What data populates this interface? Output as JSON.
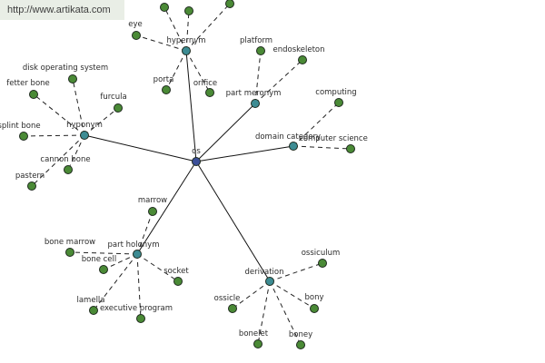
{
  "watermark": {
    "text": "http://www.artikata.com"
  },
  "colors": {
    "root_fill": "#3b4f99",
    "category_fill": "#3d8c93",
    "leaf_fill": "#4a8a36",
    "node_stroke": "#1e2a1e",
    "edge": "#111111"
  },
  "root": {
    "id": "os",
    "label": "os"
  },
  "categories": [
    {
      "id": "hypernym",
      "label": "hypernym"
    },
    {
      "id": "part_meronym",
      "label": "part meronym"
    },
    {
      "id": "domain_category",
      "label": "domain category"
    },
    {
      "id": "hyponym",
      "label": "hyponym"
    },
    {
      "id": "part_holonym",
      "label": "part holonym"
    },
    {
      "id": "derivation",
      "label": "derivation"
    }
  ],
  "leaves": [
    {
      "id": "eye",
      "label": "eye",
      "parent": "hypernym"
    },
    {
      "id": "porta",
      "label": "porta",
      "parent": "hypernym"
    },
    {
      "id": "orifice",
      "label": "orifice",
      "parent": "hypernym"
    },
    {
      "id": "hyp_top1",
      "label": "",
      "parent": "hypernym"
    },
    {
      "id": "hyp_top2",
      "label": "",
      "parent": "hypernym"
    },
    {
      "id": "hyp_top3",
      "label": "",
      "parent": "hypernym"
    },
    {
      "id": "platform",
      "label": "platform",
      "parent": "part_meronym"
    },
    {
      "id": "endoskeleton",
      "label": "endoskeleton",
      "parent": "part_meronym"
    },
    {
      "id": "computing",
      "label": "computing",
      "parent": "domain_category"
    },
    {
      "id": "computer_science",
      "label": "computer science",
      "parent": "domain_category"
    },
    {
      "id": "disk_operating_system",
      "label": "disk operating system",
      "parent": "hyponym"
    },
    {
      "id": "fetter_bone",
      "label": "fetter bone",
      "parent": "hyponym"
    },
    {
      "id": "furcula",
      "label": "furcula",
      "parent": "hyponym"
    },
    {
      "id": "splint_bone",
      "label": "splint bone",
      "parent": "hyponym"
    },
    {
      "id": "cannon_bone",
      "label": "cannon bone",
      "parent": "hyponym"
    },
    {
      "id": "pastern",
      "label": "pastern",
      "parent": "hyponym"
    },
    {
      "id": "marrow",
      "label": "marrow",
      "parent": "part_holonym"
    },
    {
      "id": "bone_marrow",
      "label": "bone marrow",
      "parent": "part_holonym"
    },
    {
      "id": "bone_cell",
      "label": "bone cell",
      "parent": "part_holonym"
    },
    {
      "id": "socket",
      "label": "socket",
      "parent": "part_holonym"
    },
    {
      "id": "lamella",
      "label": "lamella",
      "parent": "part_holonym"
    },
    {
      "id": "executive_program",
      "label": "executive program",
      "parent": "part_holonym"
    },
    {
      "id": "ossiculum",
      "label": "ossiculum",
      "parent": "derivation"
    },
    {
      "id": "ossicle",
      "label": "ossicle",
      "parent": "derivation"
    },
    {
      "id": "bony",
      "label": "bony",
      "parent": "derivation"
    },
    {
      "id": "bonelet",
      "label": "bonelet",
      "parent": "derivation"
    },
    {
      "id": "boney",
      "label": "boney",
      "parent": "derivation"
    }
  ]
}
